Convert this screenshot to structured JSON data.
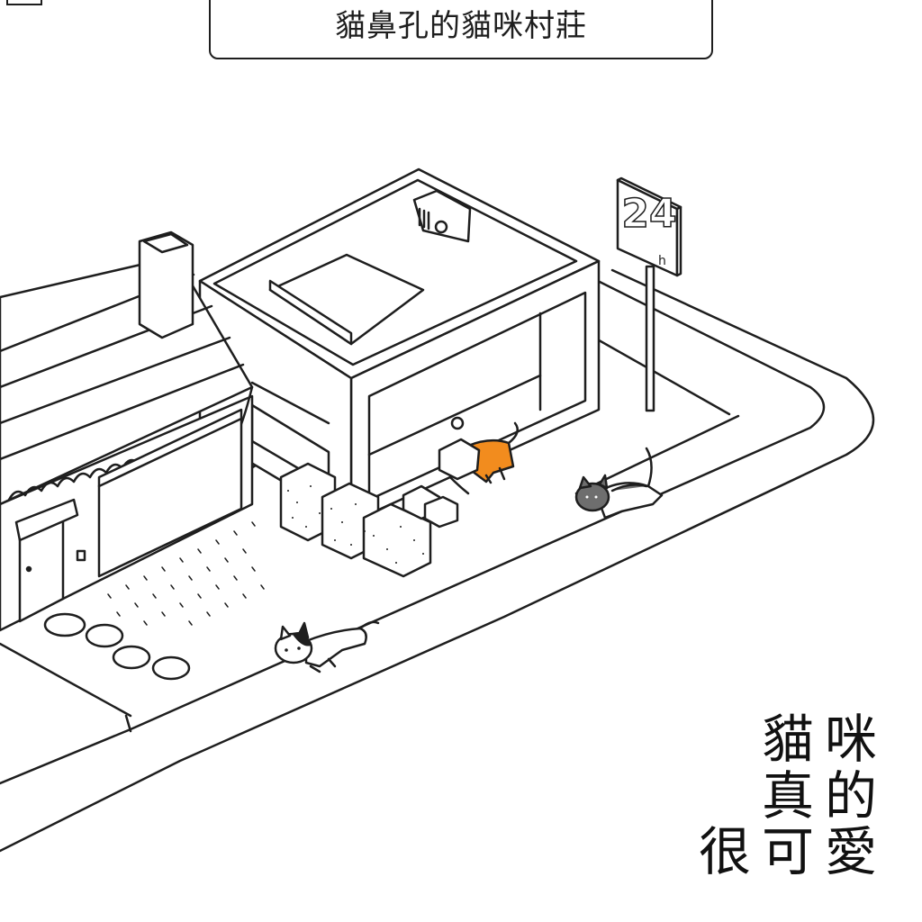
{
  "header": {
    "title": "貓鼻孔的貓咪村莊"
  },
  "store": {
    "sign_number": "24",
    "sign_unit": "h"
  },
  "slogan": {
    "line1": "貓咪",
    "line2": "真的",
    "line3": "很可愛"
  },
  "colors": {
    "ink": "#1e1e1e",
    "orange_cat": "#f28c1e",
    "gray_cat": "#6e6e6e",
    "background": "#ffffff"
  }
}
